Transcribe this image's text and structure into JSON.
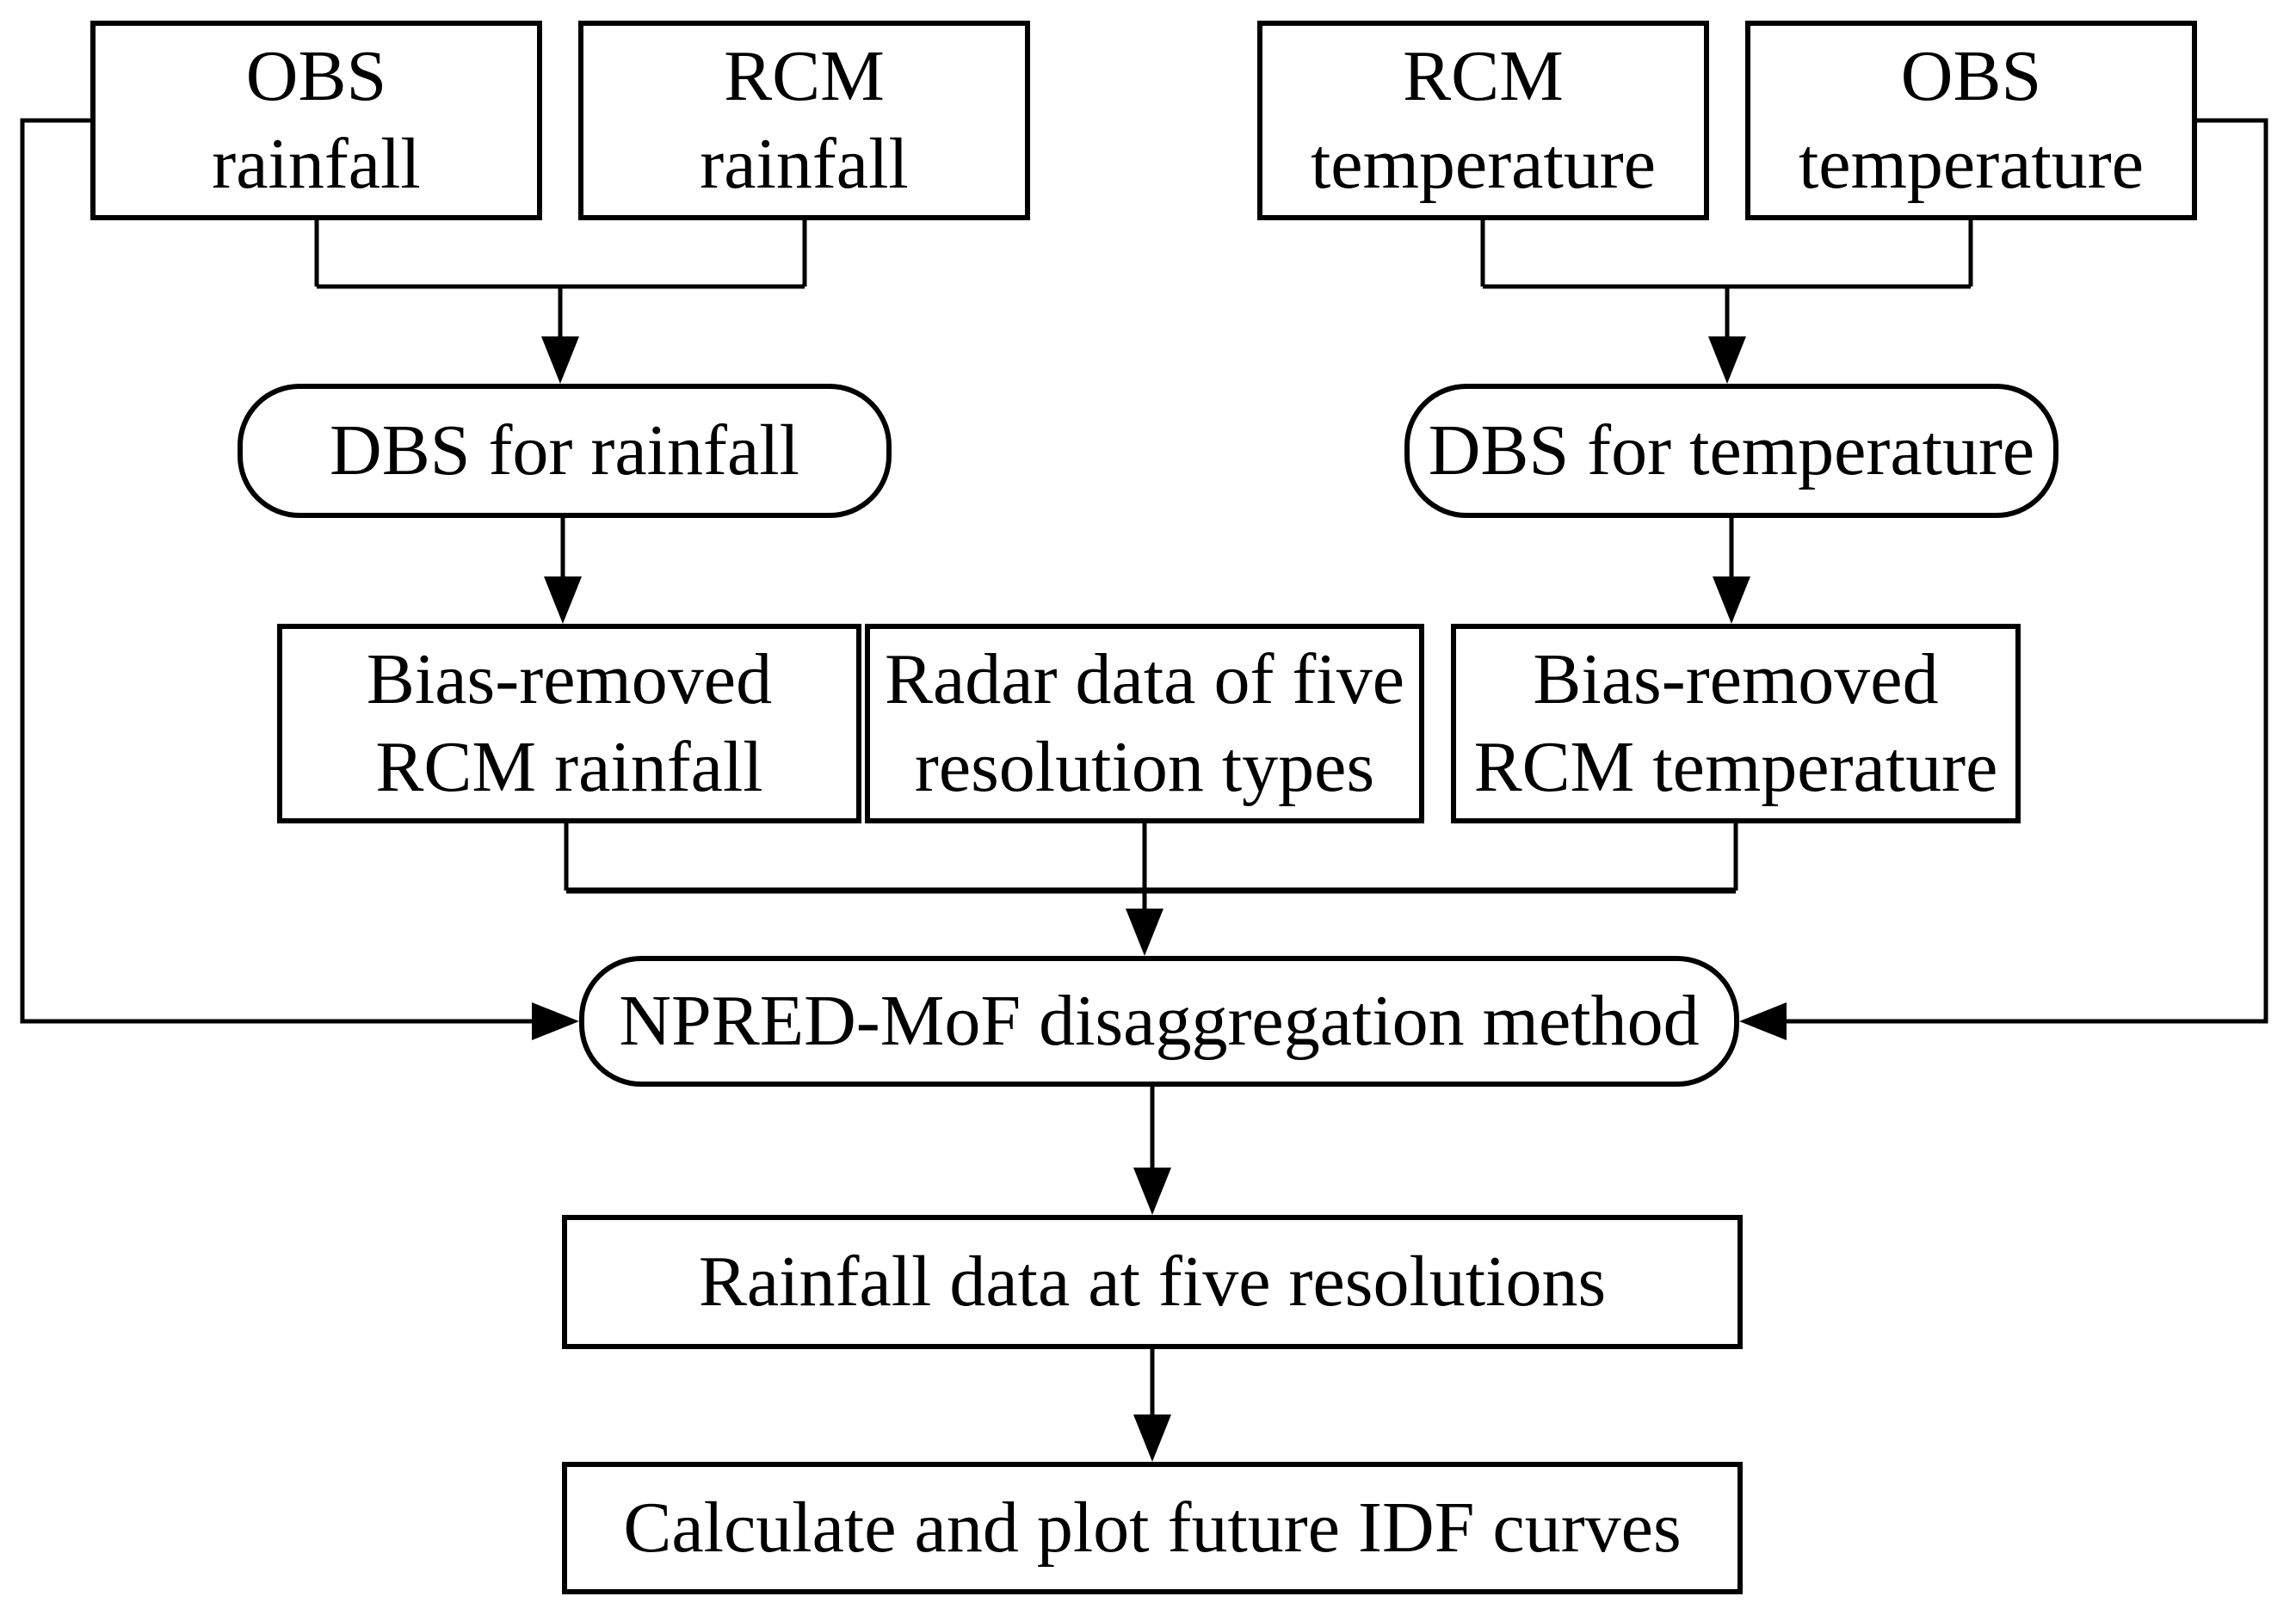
{
  "figure": {
    "colors": {
      "background": "#ffffff",
      "line": "#000000",
      "text": "#000000"
    },
    "nodes": {
      "obs_rainfall": {
        "line1": "OBS",
        "line2": "rainfall"
      },
      "rcm_rainfall": {
        "line1": "RCM",
        "line2": "rainfall"
      },
      "rcm_temperature": {
        "line1": "RCM",
        "line2": "temperature"
      },
      "obs_temperature": {
        "line1": "OBS",
        "line2": "temperature"
      },
      "dbs_rainfall": {
        "label": "DBS for rainfall"
      },
      "dbs_temperature": {
        "label": "DBS for temperature"
      },
      "bias_rcm_rainfall": {
        "line1": "Bias-removed",
        "line2": "RCM rainfall"
      },
      "radar_data": {
        "line1": "Radar data of five",
        "line2": "resolution types"
      },
      "bias_rcm_temperature": {
        "line1": "Bias-removed",
        "line2": "RCM temperature"
      },
      "npred": {
        "label": "NPRED-MoF disaggregation method"
      },
      "rainfall_five_res": {
        "label": "Rainfall data at five resolutions"
      },
      "calc_idf": {
        "label": "Calculate and plot future IDF curves"
      }
    }
  }
}
